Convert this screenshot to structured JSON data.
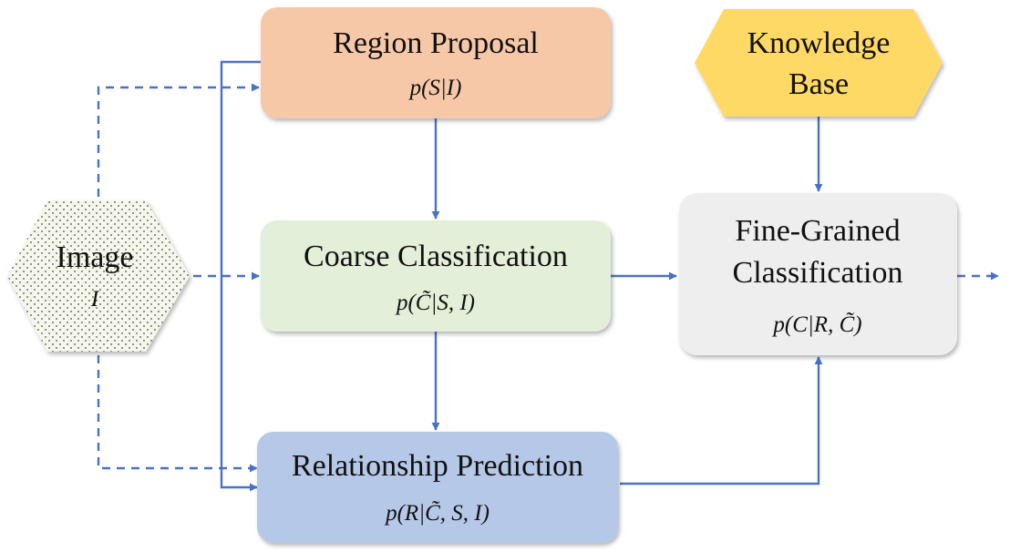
{
  "nodes": {
    "image": {
      "label": "Image",
      "formula": "I",
      "fill": "#f6f6ee",
      "dots": "#3c5a28"
    },
    "region_proposal": {
      "label": "Region Proposal",
      "formula": "p(S|I)",
      "fill": "#f7c8a8"
    },
    "coarse_classification": {
      "label": "Coarse Classification",
      "formula": "p(C̃|S, I)",
      "fill": "#e3efd9"
    },
    "relationship_prediction": {
      "label": "Relationship Prediction",
      "formula": "p(R|C̃, S, I)",
      "fill": "#b6c8e8"
    },
    "knowledge_base": {
      "label_line1": "Knowledge",
      "label_line2": "Base",
      "fill": "#ffd966"
    },
    "fine_grained_classification": {
      "label_line1": "Fine-Grained",
      "label_line2": "Classification",
      "formula": "p(C|R, C̃)",
      "fill": "#eeeeee"
    }
  },
  "colors": {
    "arrow": "#4a72c4",
    "text": "#111111"
  }
}
